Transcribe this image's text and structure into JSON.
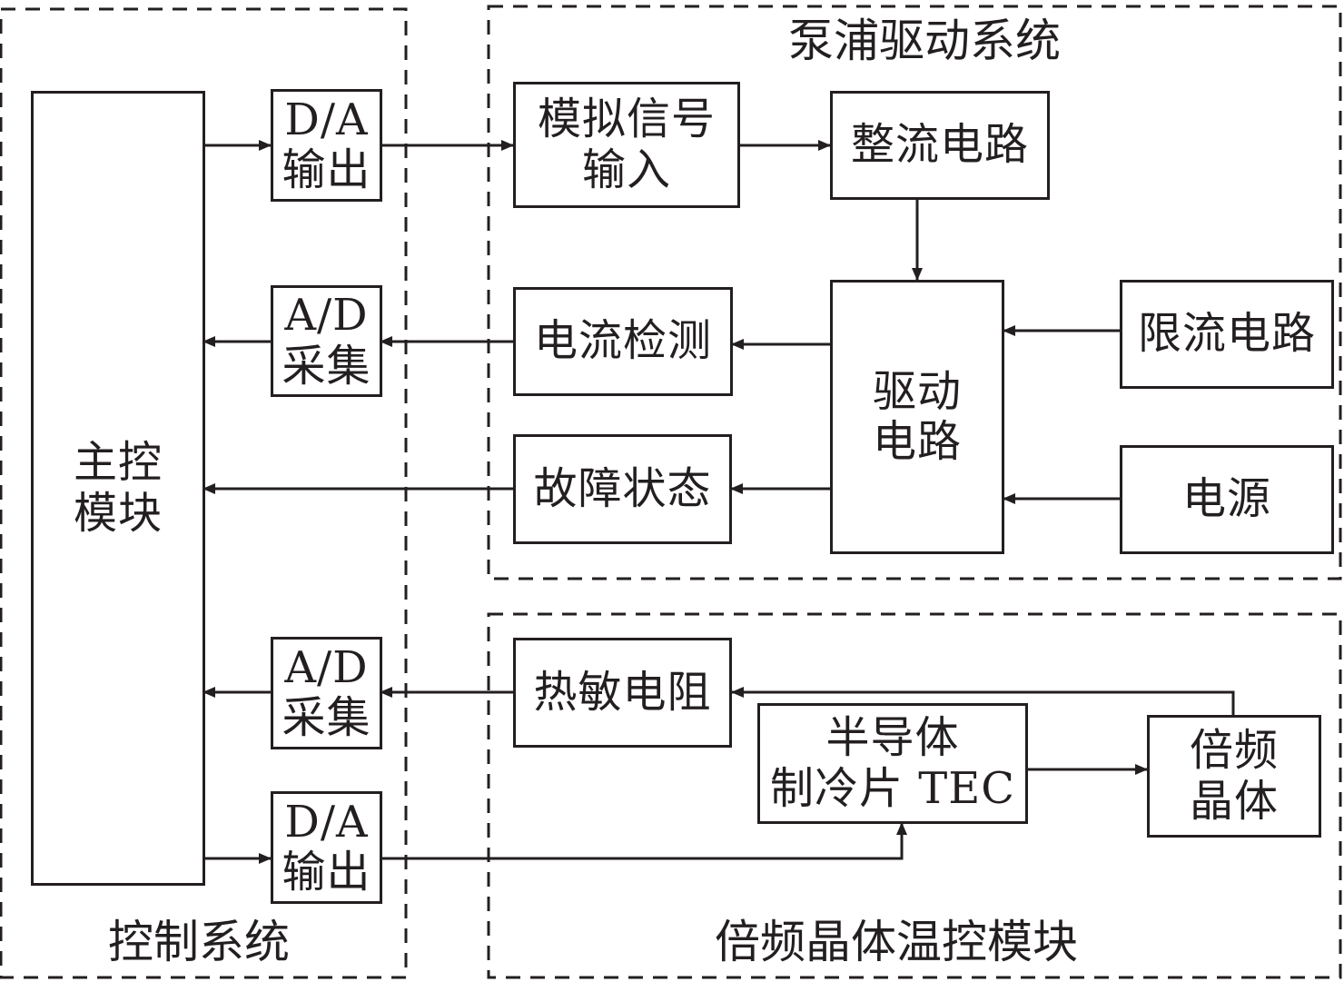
{
  "colors": {
    "ink": "#231f20",
    "background": "#ffffff"
  },
  "groups": {
    "control": "控制系统",
    "pump": "泵浦驱动系统",
    "temp": "倍频晶体温控模块"
  },
  "blocks": {
    "main": [
      "主控",
      "模块"
    ],
    "da_out_top": [
      "D/A",
      "输出"
    ],
    "ad_top": [
      "A/D",
      "采集"
    ],
    "ad_bottom": [
      "A/D",
      "采集"
    ],
    "da_out_bottom": [
      "D/A",
      "输出"
    ],
    "analog_input": [
      "模拟信号",
      "输入"
    ],
    "rectifier": [
      "整流电路"
    ],
    "current_detect": [
      "电流检测"
    ],
    "fault_status": [
      "故障状态"
    ],
    "driver": [
      "驱动",
      "电路"
    ],
    "current_limit": [
      "限流电路"
    ],
    "power": [
      "电源"
    ],
    "thermistor": [
      "热敏电阻"
    ],
    "tec": [
      "半导体",
      "制冷片 TEC"
    ],
    "crystal": [
      "倍频",
      "晶体"
    ]
  },
  "connections": [
    {
      "from": "主控模块",
      "to": "D/A输出(上)"
    },
    {
      "from": "D/A输出(上)",
      "to": "模拟信号输入"
    },
    {
      "from": "模拟信号输入",
      "to": "整流电路"
    },
    {
      "from": "整流电路",
      "to": "驱动电路"
    },
    {
      "from": "驱动电路",
      "to": "电流检测"
    },
    {
      "from": "电流检测",
      "to": "A/D采集(上)"
    },
    {
      "from": "A/D采集(上)",
      "to": "主控模块"
    },
    {
      "from": "驱动电路",
      "to": "故障状态"
    },
    {
      "from": "故障状态",
      "to": "主控模块"
    },
    {
      "from": "限流电路",
      "to": "驱动电路"
    },
    {
      "from": "电源",
      "to": "驱动电路"
    },
    {
      "from": "倍频晶体",
      "to": "热敏电阻"
    },
    {
      "from": "热敏电阻",
      "to": "A/D采集(下)"
    },
    {
      "from": "A/D采集(下)",
      "to": "主控模块"
    },
    {
      "from": "主控模块",
      "to": "D/A输出(下)"
    },
    {
      "from": "D/A输出(下)",
      "to": "半导体制冷片 TEC"
    },
    {
      "from": "半导体制冷片 TEC",
      "to": "倍频晶体"
    }
  ]
}
